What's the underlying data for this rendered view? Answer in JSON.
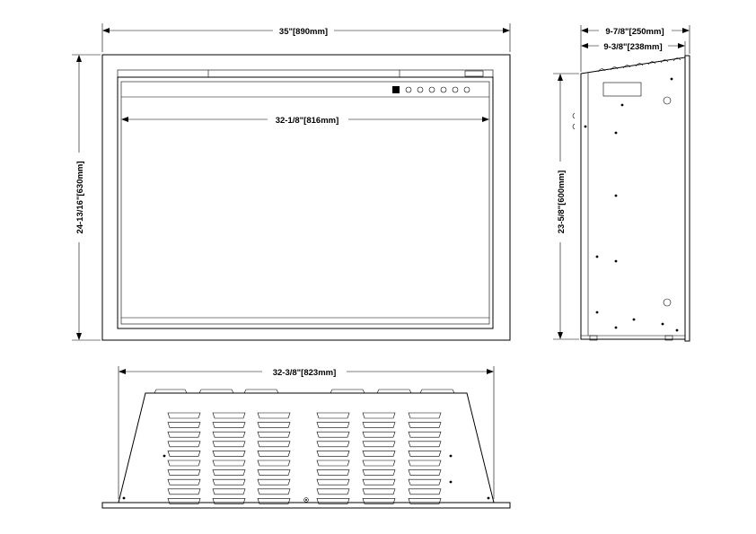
{
  "dimensions": {
    "front_width": "35\"[890mm]",
    "front_height": "24-13/16\"[630mm]",
    "inner_width": "32-1/8\"[816mm]",
    "side_depth_outer": "9-7/8\"[250mm]",
    "side_depth_inner": "9-3/8\"[238mm]",
    "side_height": "23-5/8\"[600mm]",
    "bottom_width": "32-3/8\"[823mm]"
  }
}
